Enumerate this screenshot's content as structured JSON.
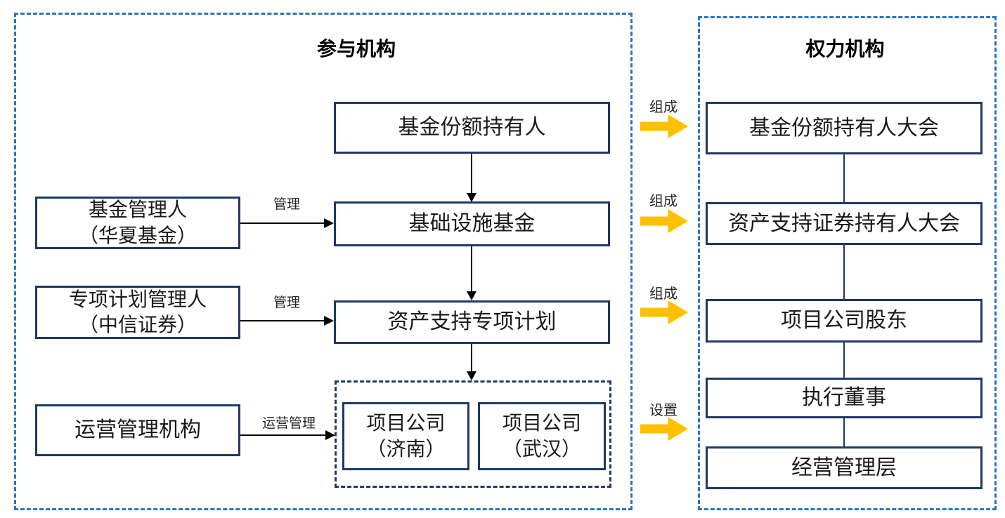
{
  "palette": {
    "panel_dash_border": "#2E74B5",
    "box_border": "#1F3864",
    "inner_dash_border": "#1F3864",
    "flow_arrow_fill": "#FFC000",
    "connector_black": "#000000",
    "connector_navy": "#1F3864",
    "text": "#1A1A1A"
  },
  "participants": {
    "title": "参与机构",
    "boxes": {
      "fund_share_holders": "基金份额持有人",
      "fund_manager": "基金管理人\n（华夏基金）",
      "infrastructure_fund": "基础设施基金",
      "special_plan_manager": "专项计划管理人\n（中信证券）",
      "abs_special_plan": "资产支持专项计划",
      "operations_manager": "运营管理机构",
      "project_company_jinan": "项目公司\n（济南）",
      "project_company_wuhan": "项目公司\n（武汉）"
    },
    "edge_labels": {
      "fund_manage": "管理",
      "plan_manage": "管理",
      "operations_manage": "运营管理"
    }
  },
  "authorities": {
    "title": "权力机构",
    "boxes": [
      "基金份额持有人大会",
      "资产支持证券持有人大会",
      "项目公司股东",
      "执行董事",
      "经营管理层"
    ]
  },
  "flows": [
    {
      "label": "组成"
    },
    {
      "label": "组成"
    },
    {
      "label": "组成"
    },
    {
      "label": "设置"
    }
  ]
}
